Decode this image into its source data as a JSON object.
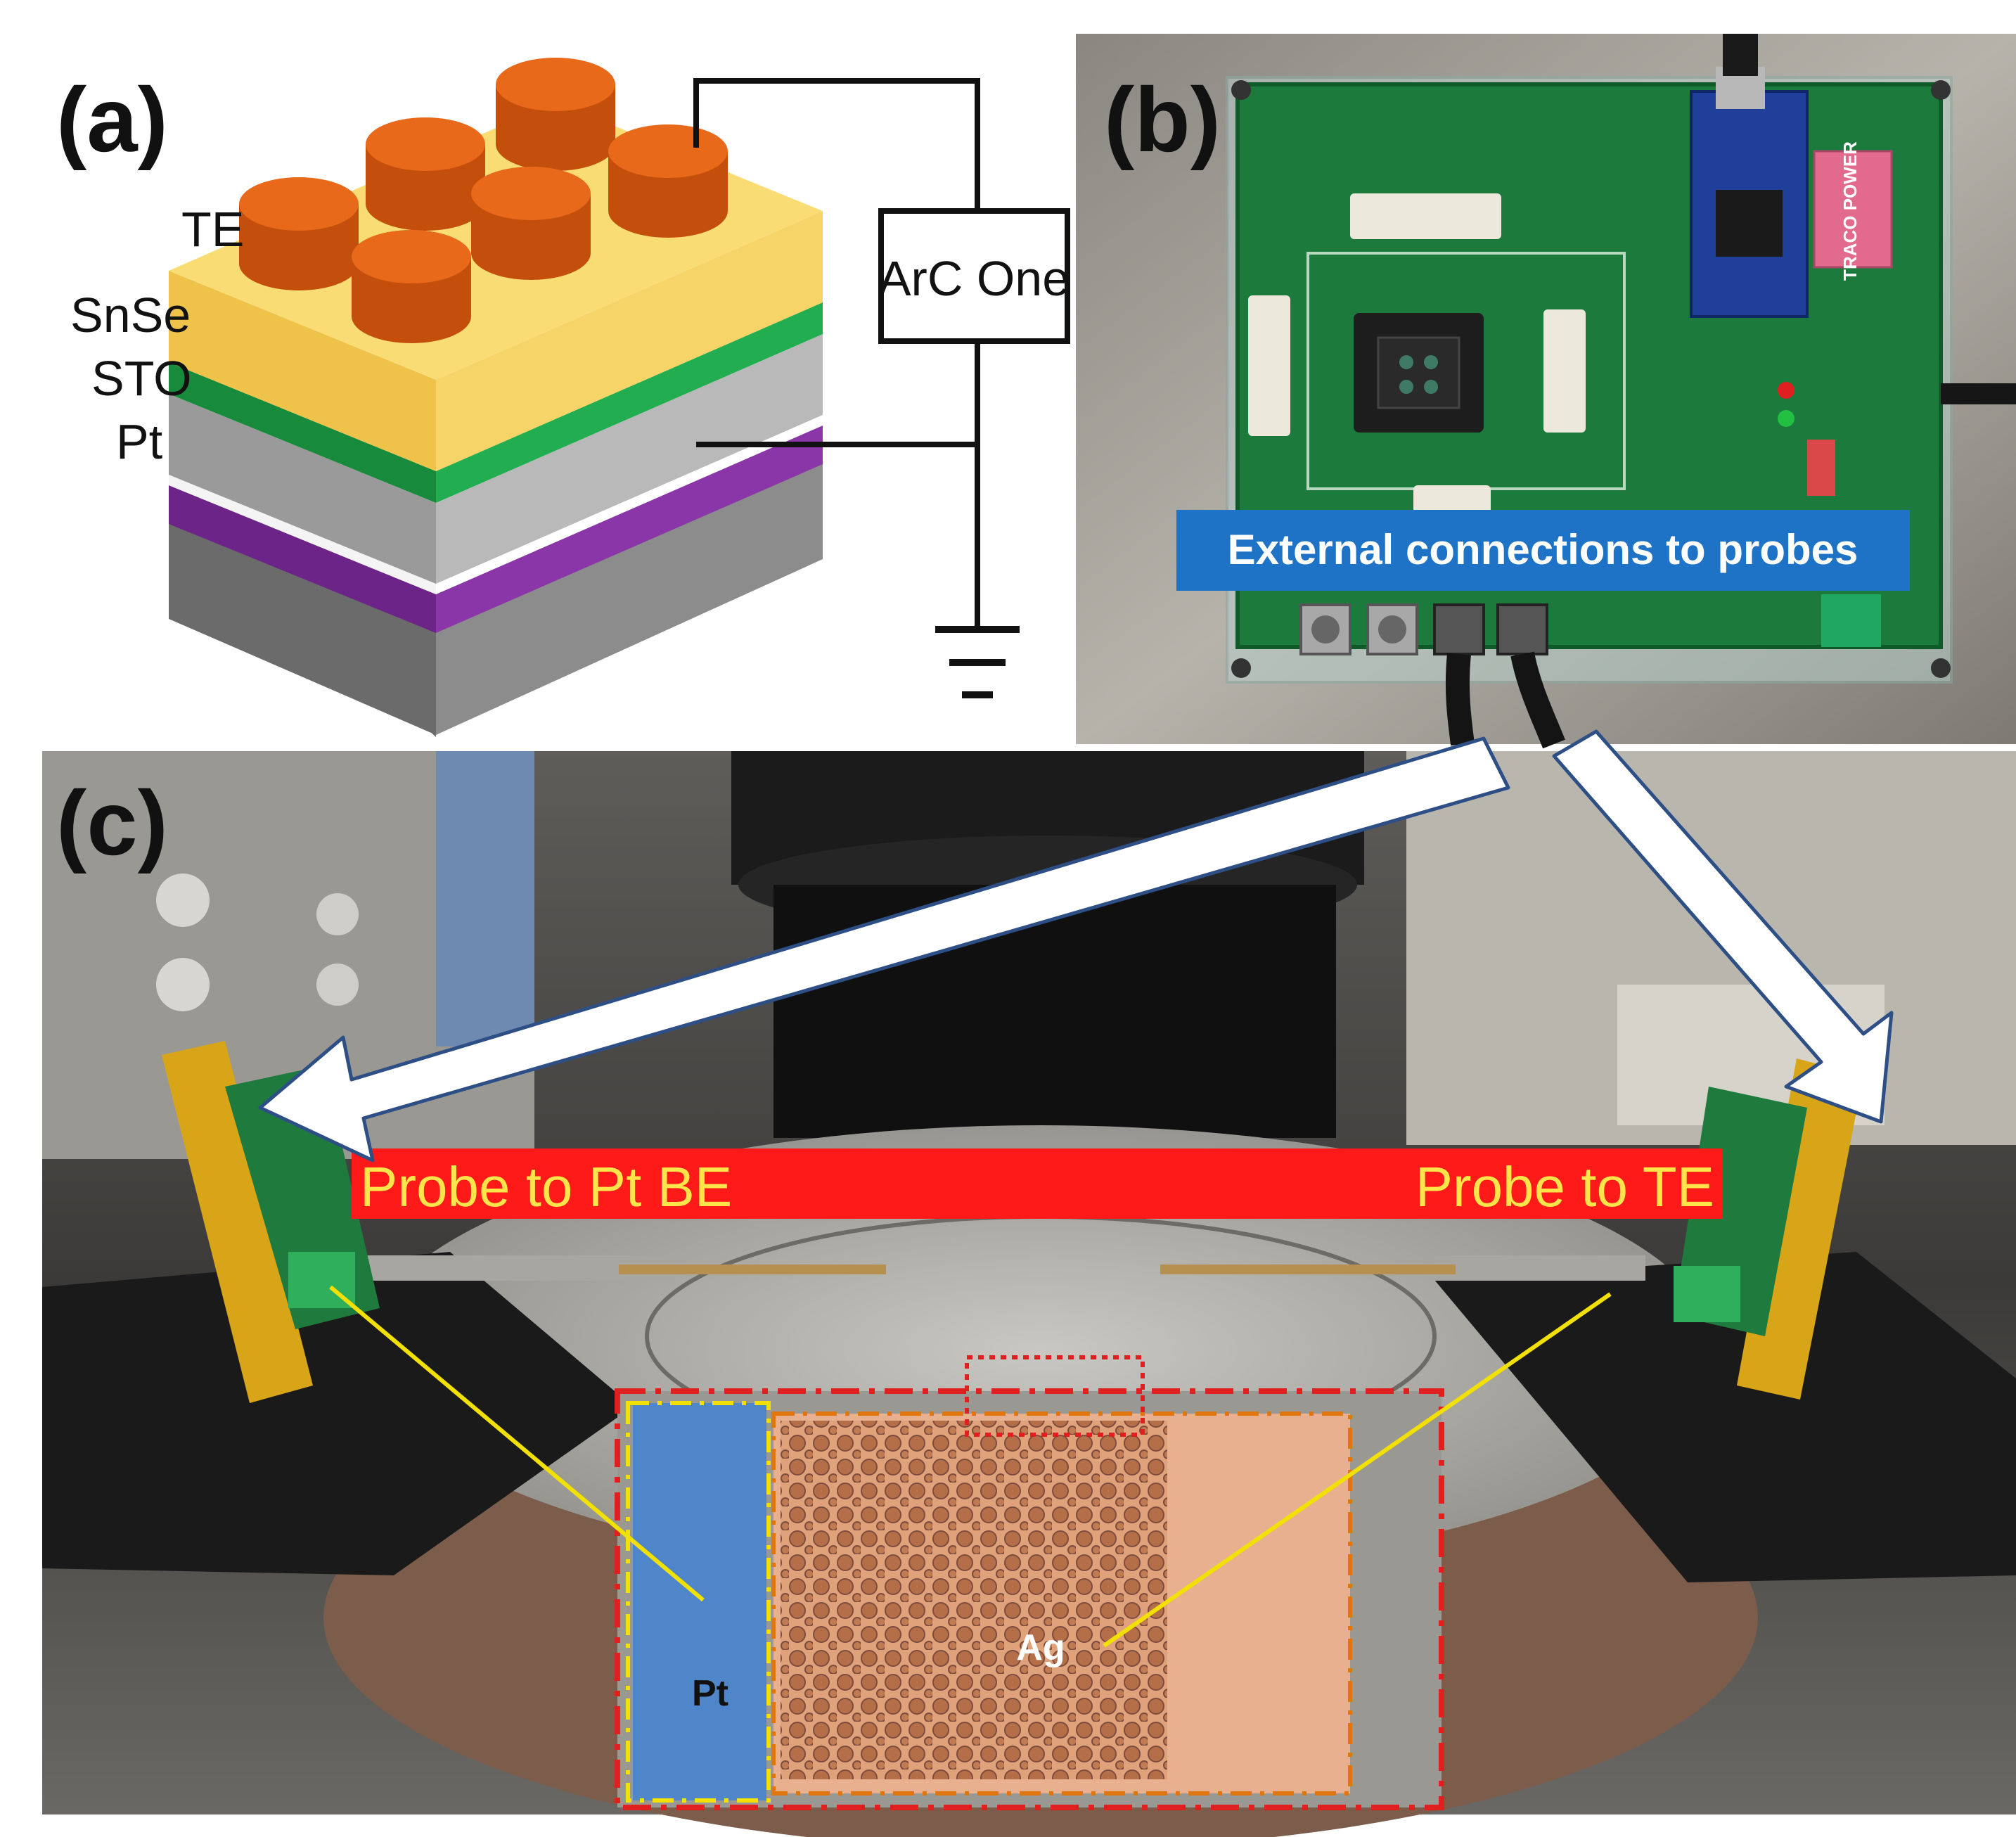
{
  "panel_a": {
    "label": "(a)",
    "layers": [
      "TE",
      "SnSe",
      "STO",
      "Pt"
    ],
    "instrument": "ArC One",
    "colors": {
      "te": "#e06010",
      "snse": "#f5cf55",
      "sto": "#1fa84a",
      "pt": "#a8a8a8",
      "purple": "#7a2b96",
      "substrate": "#6e6e6e"
    }
  },
  "panel_b": {
    "label": "(b)",
    "banner": "External connections to probes",
    "board_badge": "TRACO POWER",
    "colors": {
      "banner": "#1f73c6",
      "board": "#1b7a3c"
    }
  },
  "panel_c": {
    "label": "(c)",
    "probe_left": "Probe to Pt BE",
    "probe_right": "Probe to TE",
    "inset_pt": "Pt",
    "inset_ag": "Ag",
    "colors": {
      "bar": "#ff1a1a",
      "bar_text": "#ffe54a",
      "pointer": "#f2e000",
      "inset_border": "#e0201e"
    }
  }
}
